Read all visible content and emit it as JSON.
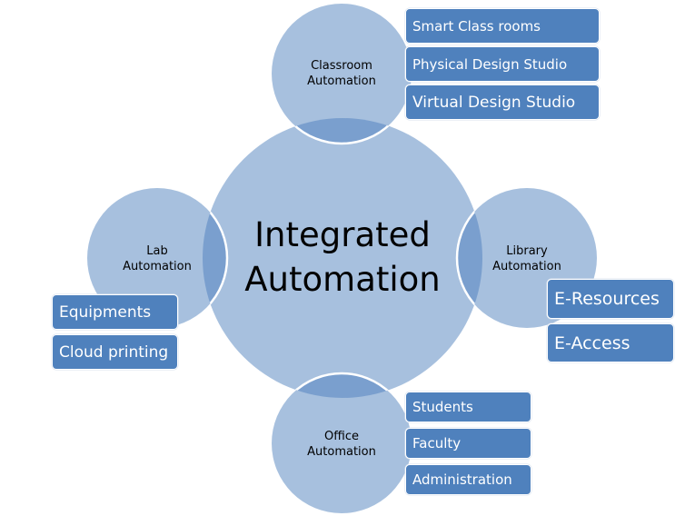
{
  "diagram": {
    "title": "Integrated Automation",
    "colors": {
      "circle_fill": "#A7C0DE",
      "overlap_fill": "#7A9FCE",
      "box_fill": "#4F81BD",
      "box_text": "#FFFFFF",
      "circle_text": "#000000"
    },
    "center": {
      "line1": "Integrated",
      "line2": "Automation"
    },
    "satellites": [
      {
        "id": "classroom",
        "line1": "Classroom",
        "line2": "Automation",
        "items": [
          "Smart Class rooms",
          "Physical Design Studio",
          "Virtual Design Studio"
        ]
      },
      {
        "id": "lab",
        "line1": "Lab",
        "line2": "Automation",
        "items": [
          "Equipments",
          "Cloud printing"
        ]
      },
      {
        "id": "library",
        "line1": "Library",
        "line2": "Automation",
        "items": [
          "E-Resources",
          "E-Access"
        ]
      },
      {
        "id": "office",
        "line1": "Office",
        "line2": "Automation",
        "items": [
          "Students",
          "Faculty",
          "Administration"
        ]
      }
    ]
  }
}
